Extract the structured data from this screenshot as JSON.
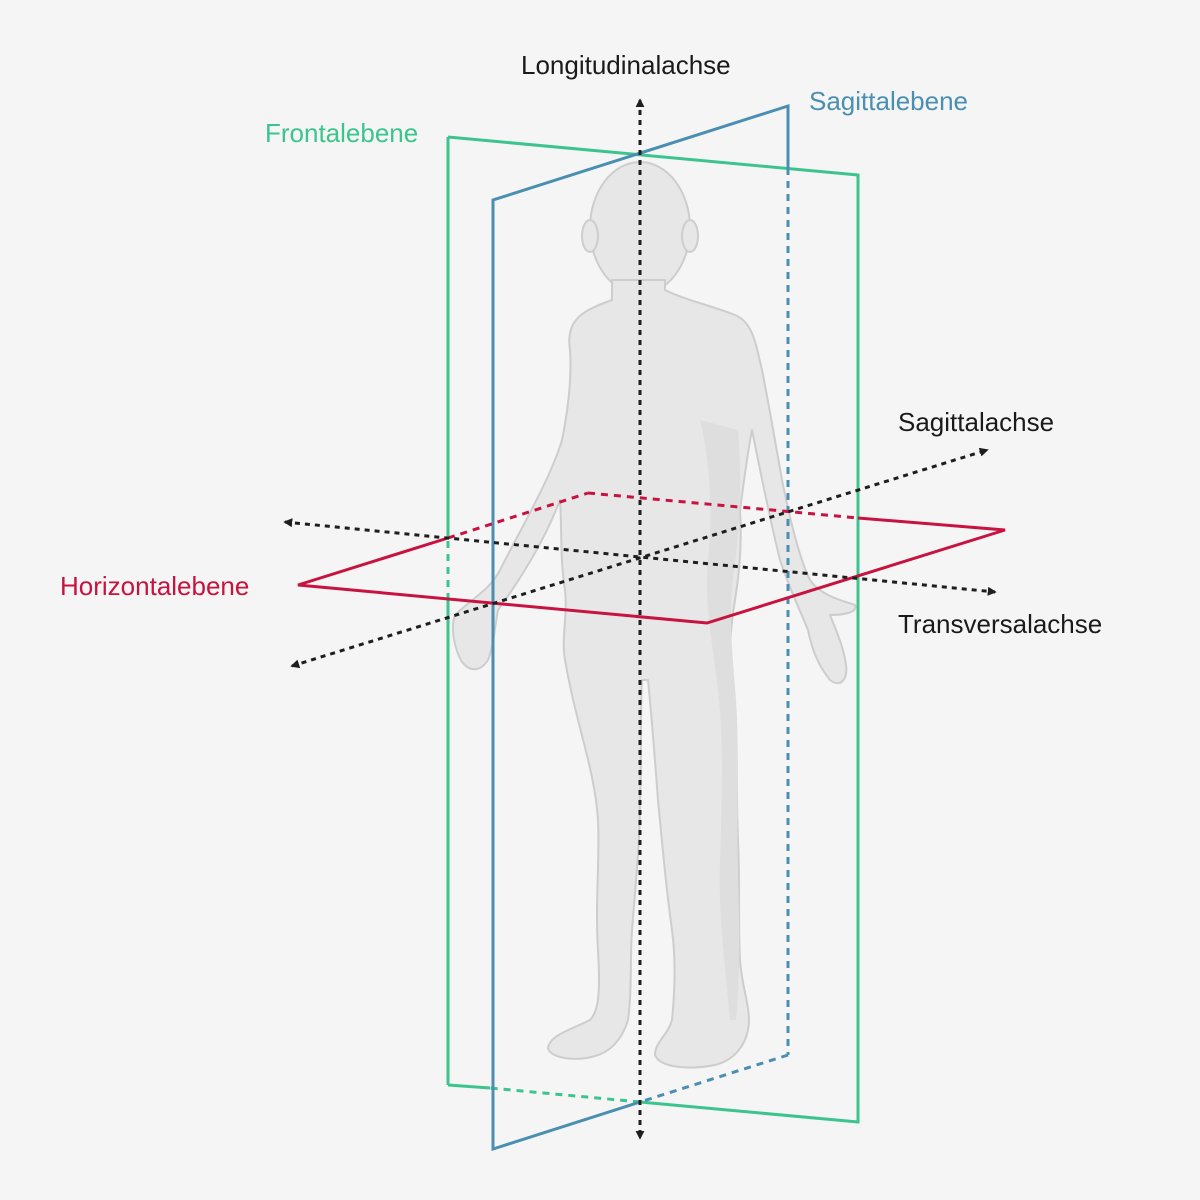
{
  "labels": {
    "longitudinal_axis": "Longitudinalachse",
    "sagittal_plane": "Sagittalebene",
    "frontal_plane": "Frontalebene",
    "sagittal_axis": "Sagittalachse",
    "horizontal_plane": "Horizontalebene",
    "transversal_axis": "Transversalachse"
  },
  "colors": {
    "background": "#f5f5f5",
    "frontal_plane": "#3cc48e",
    "sagittal_plane": "#4a8fb2",
    "horizontal_plane": "#c8123f",
    "axis": "#1e1e1e",
    "figure_fill": "#e7e7e7",
    "figure_stroke": "#cdcdcd",
    "axis_label": "#1a1a1a"
  },
  "icons": {
    "figure": "human-body-figure-icon",
    "arrow": "arrowhead-icon"
  }
}
